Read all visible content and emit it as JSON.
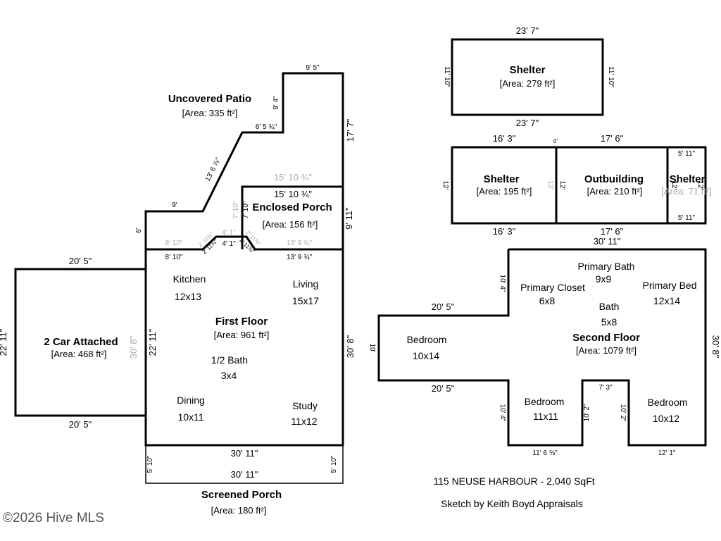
{
  "first_floor": {
    "title": "First Floor",
    "area": "[Area: 961 ft²]",
    "rooms": [
      {
        "name": "Kitchen",
        "size": "12x13"
      },
      {
        "name": "Living",
        "size": "15x17"
      },
      {
        "name": "1/2 Bath",
        "size": "3x4"
      },
      {
        "name": "Dining",
        "size": "10x11"
      },
      {
        "name": "Study",
        "size": "11x12"
      }
    ],
    "dims": {
      "top_left": "8' 10\"",
      "top_left_gray": "8' 10\"",
      "angle_a": "2' 11⅜\"",
      "angle_a_gray": "2' 11⅜\"",
      "mid": "4' 1\"",
      "mid_gray": "4' 1\"",
      "angle_b": "2' 11⅜\"",
      "angle_b_gray": "2' 11⅜\"",
      "top_right": "13' 9 ¾\"",
      "top_right_gray": "13' 9 ¾\"",
      "left": "22' 11\"",
      "left_gray": "30' 8\"",
      "right": "30' 8\""
    }
  },
  "garage": {
    "title": "2 Car Attached",
    "area": "[Area: 468 ft²]",
    "dims": {
      "top": "20' 5\"",
      "bottom": "20' 5\"",
      "left": "22' 11\""
    }
  },
  "patio": {
    "title": "Uncovered Patio",
    "area": "[Area: 335 ft²]",
    "dims": {
      "top": "9' 5\"",
      "step_v": "9' 4\"",
      "step_h": "6' 5 ¾\"",
      "diag": "13' 6 ⅞\"",
      "low": "9'",
      "left": "6'",
      "right": "17' 7\""
    }
  },
  "enclosed_porch": {
    "title": "Enclosed Porch",
    "area": "[Area: 156 ft²]",
    "dims": {
      "top": "15' 10 ¾\"",
      "top_gray": "15' 10 ¾\"",
      "right": "9' 11\"",
      "left": "7' 10\"",
      "left_gray": "7' 10\""
    }
  },
  "screened_porch": {
    "title": "Screened Porch",
    "area": "[Area: 180 ft²]",
    "dims": {
      "top": "30' 11\"",
      "bottom": "30' 11\"",
      "left": "5' 10\"",
      "right": "5' 10\""
    }
  },
  "shelter_top": {
    "title": "Shelter",
    "area": "[Area: 279 ft²]",
    "dims": {
      "top": "23' 7\"",
      "bottom": "23' 7\"",
      "left": "11' 10\"",
      "right": "11' 10\""
    }
  },
  "shelter_mid": {
    "title": "Shelter",
    "area": "[Area: 195 ft²]",
    "dims": {
      "top": "16' 3\"",
      "bottom": "16' 3\"",
      "left": "12'",
      "right_gray": "12'",
      "zero": "0'"
    }
  },
  "outbuilding": {
    "title": "Outbuilding",
    "area": "[Area: 210 ft²]",
    "dims": {
      "top": "17' 6\"",
      "bottom": "17' 6\"",
      "left": "12'"
    }
  },
  "shelter_small": {
    "title": "Shelter",
    "area": "[Area: 71 ft²]",
    "dims": {
      "top": "5' 11\"",
      "bottom": "5' 11\"",
      "left": "12'",
      "right": "12'"
    }
  },
  "second_floor": {
    "title": "Second Floor",
    "area": "[Area: 1079 ft²]",
    "rooms": [
      {
        "name": "Primary Bath",
        "size": "9x9"
      },
      {
        "name": "Primary Closet",
        "size": "6x8"
      },
      {
        "name": "Primary Bed",
        "size": "12x14"
      },
      {
        "name": "Bath",
        "size": "5x8"
      },
      {
        "name": "Bedroom",
        "size": "10x14"
      },
      {
        "name": "Bedroom",
        "size": "11x11"
      },
      {
        "name": "Bedroom",
        "size": "10x12"
      }
    ],
    "dims": {
      "top": "30' 11\"",
      "upper_left_v": "10' 4\"",
      "wing_top": "20' 5\"",
      "wing_bottom": "20' 5\"",
      "wing_left": "10'",
      "lower_left_v": "10' 4\"",
      "bottom_left": "11' 6 ⅝\"",
      "notch_left_v": "10' 2\"",
      "notch_top": "7' 3\"",
      "notch_right_v": "10' 2\"",
      "bottom_right": "12' 1\"",
      "right": "30' 8\""
    }
  },
  "caption": {
    "address": "115 NEUSE HARBOUR - 2,040 SqFt",
    "credit": "Sketch by Keith Boyd Appraisals"
  },
  "watermark": "©2026 Hive MLS"
}
